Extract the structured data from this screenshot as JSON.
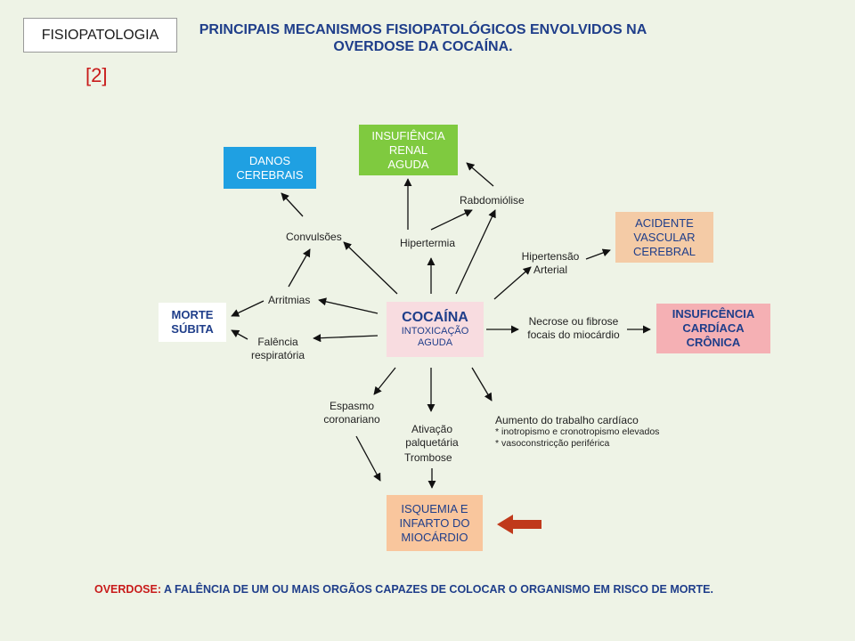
{
  "header": {
    "section_label": "FISIOPATOLOGIA",
    "reference": "[2]",
    "title_line1": "PRINCIPAIS MECANISMOS FISIOPATOLÓGICOS ENVOLVIDOS NA",
    "title_line2": "OVERDOSE DA COCAÍNA."
  },
  "nodes": {
    "danos": [
      "DANOS",
      "CEREBRAIS"
    ],
    "renal": [
      "INSUFIÊNCIA",
      "RENAL",
      "AGUDA"
    ],
    "acidente": [
      "ACIDENTE",
      "VASCULAR",
      "CEREBRAL"
    ],
    "morte": [
      "MORTE",
      "SÚBITA"
    ],
    "cocaina_title": "COCAÍNA",
    "cocaina_sub": [
      "INTOXICAÇÃO",
      "AGUDA"
    ],
    "icc": [
      "INSUFICÊNCIA",
      "CARDÍACA",
      "CRÔNICA"
    ],
    "isquemia": [
      "ISQUEMIA E",
      "INFARTO DO",
      "MIOCÁRDIO"
    ]
  },
  "labels": {
    "rabdomiolise": "Rabdomiólise",
    "convulsoes": "Convulsões",
    "hipertermia": "Hipertermia",
    "hipertensao": [
      "Hipertensão",
      "Arterial"
    ],
    "arritmias": "Arritmias",
    "falencia": [
      "Falência",
      "respiratória"
    ],
    "necrose": [
      "Necrose ou fibrose",
      "focais do miocárdio"
    ],
    "espasmo": [
      "Espasmo",
      "coronariano"
    ],
    "ativacao": [
      "Ativação",
      "palquetária"
    ],
    "trombose": "Trombose",
    "aumento_title": "Aumento do trabalho cardíaco",
    "aumento_items": [
      "*  inotropismo e cronotropismo elevados",
      "*  vasoconstricção periférica"
    ]
  },
  "footer": {
    "highlight": "OVERDOSE:",
    "text": " A FALÊNCIA DE UM OU MAIS ORGÃOS CAPAZES DE COLOCAR O ORGANISMO EM RISCO DE MORTE."
  },
  "colors": {
    "danos": "#1fa0e2",
    "renal": "#7fca3f",
    "acidente": "#f4cba6",
    "cocaina": "#f8dce0",
    "icc": "#f5b0b4",
    "isquemia": "#f9c69d",
    "accent_red": "#c81a1a"
  }
}
